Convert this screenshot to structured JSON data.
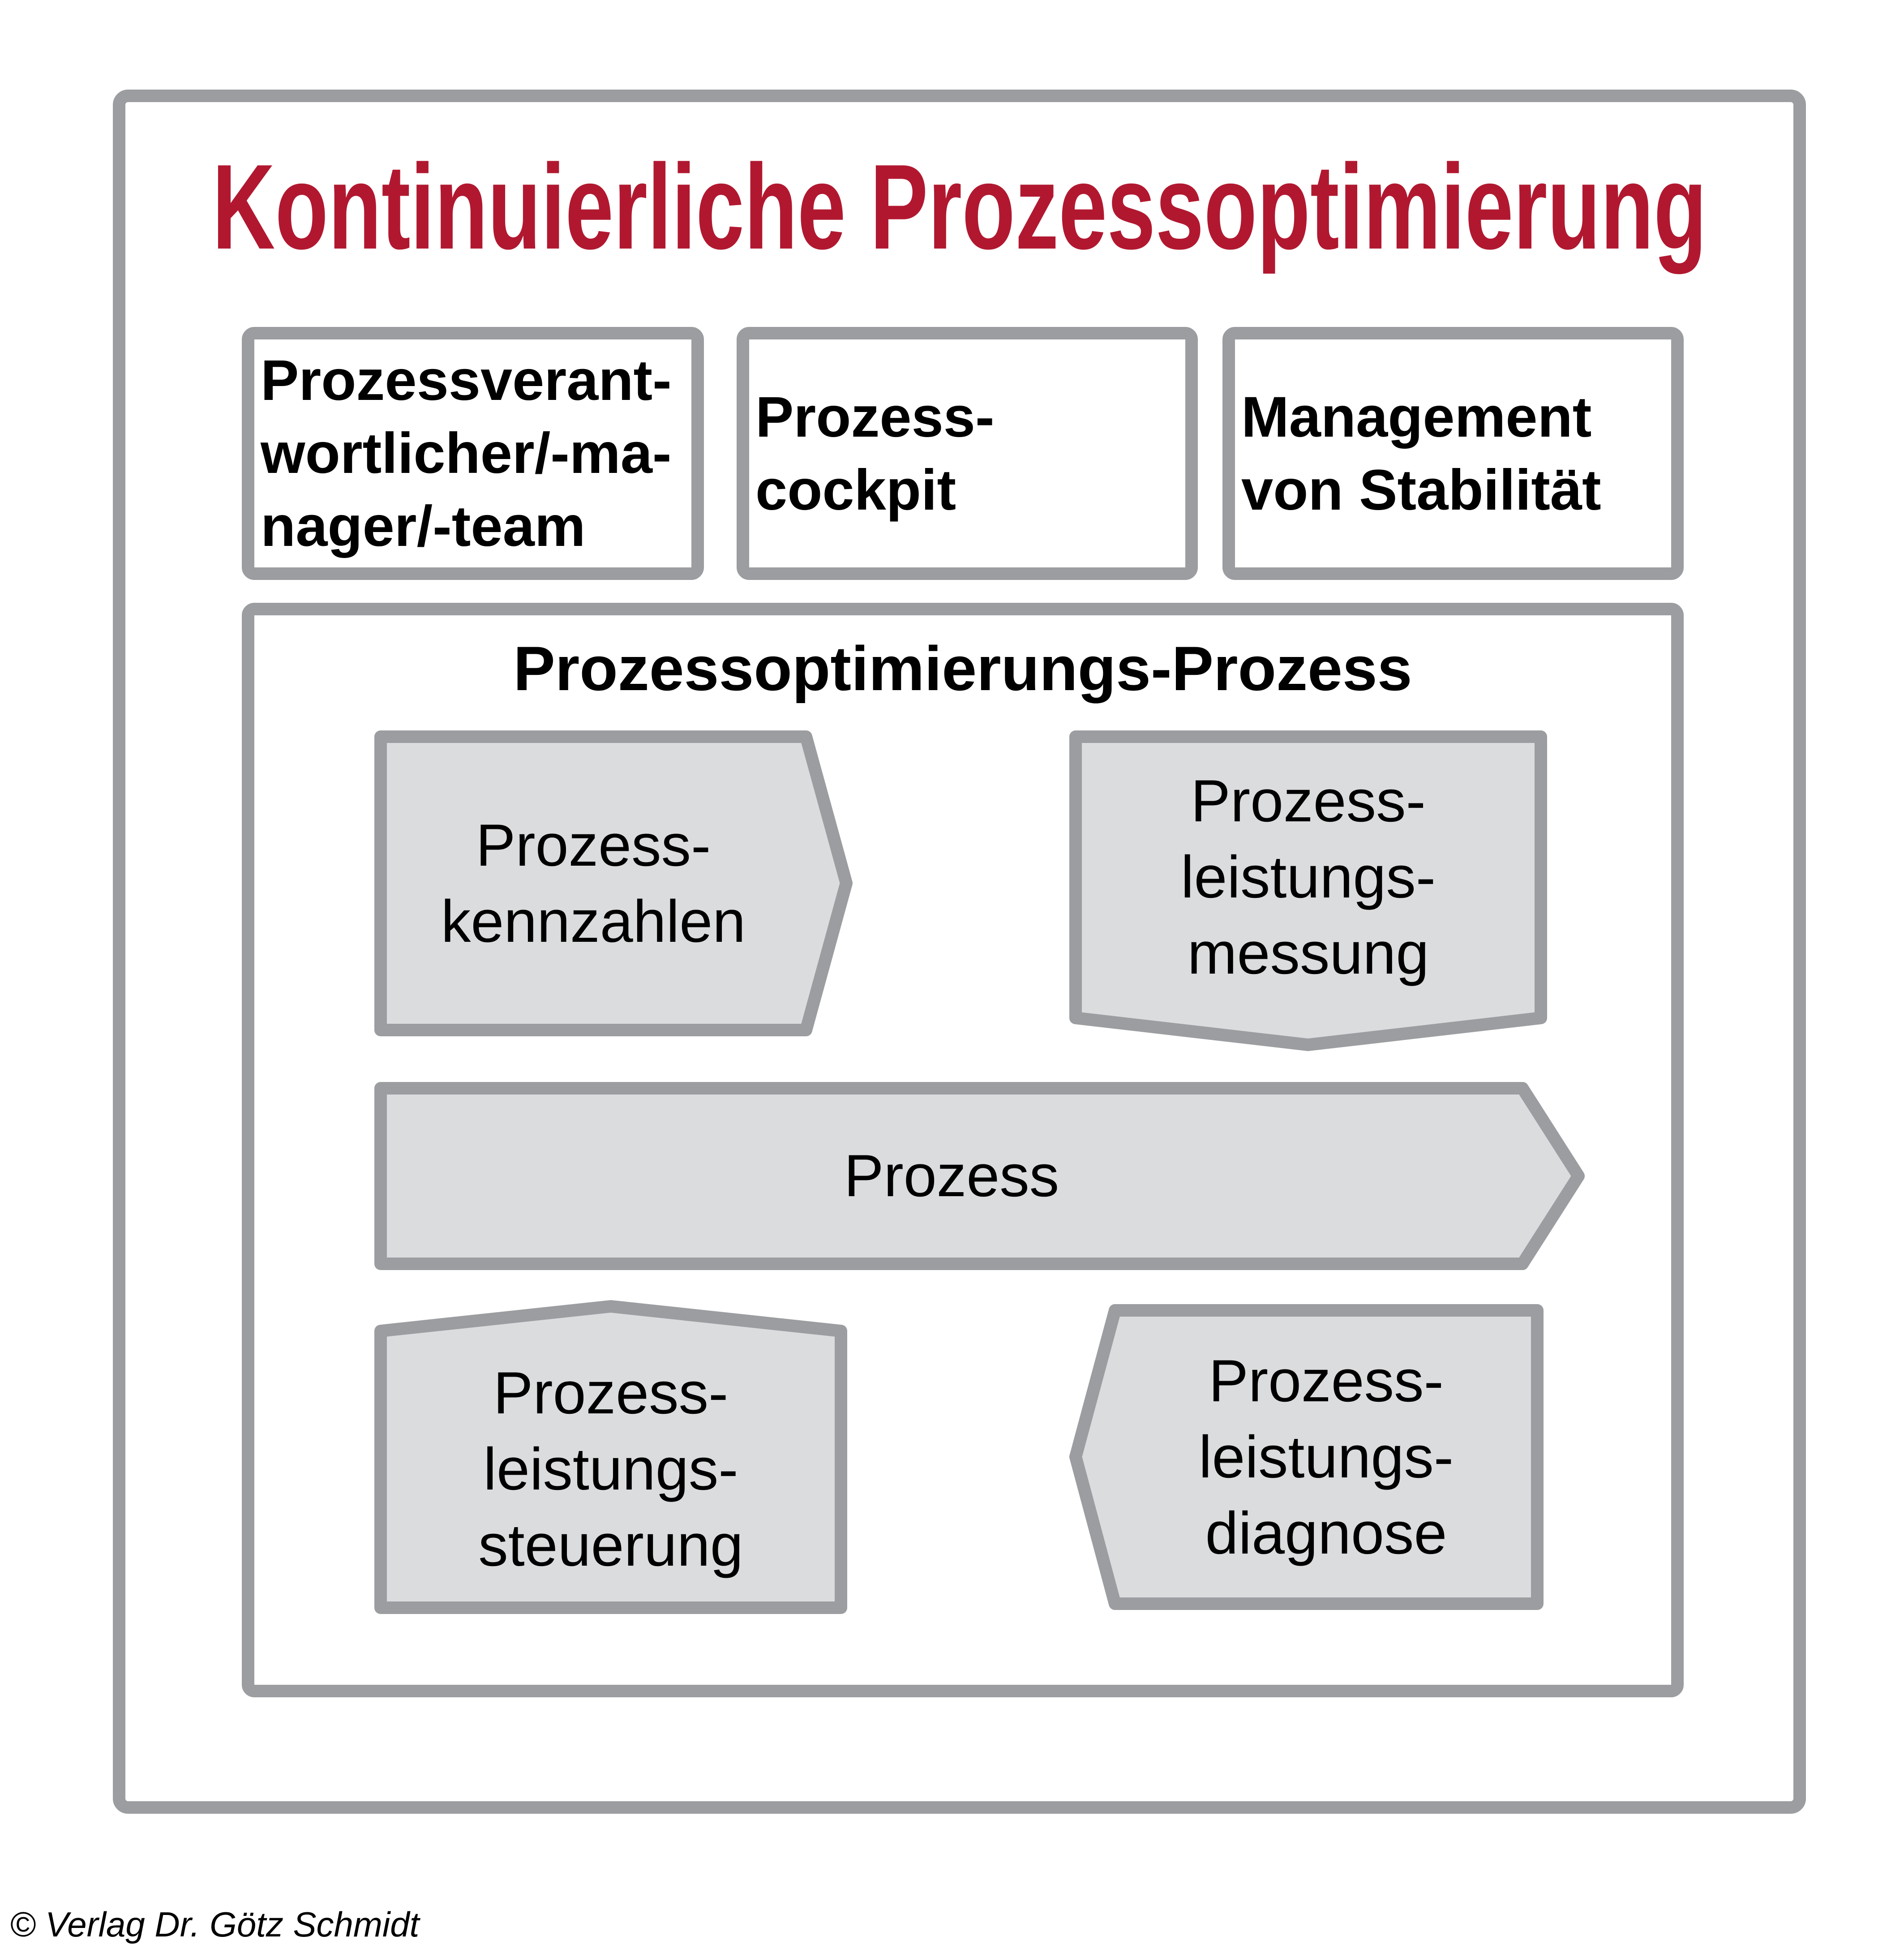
{
  "title": {
    "text": "Kontinuierliche Prozessoptimierung",
    "color": "#b11830"
  },
  "top_boxes": [
    {
      "label": "Prozessverant-\nwortlicher/-ma-\nnager/-team"
    },
    {
      "label": "Prozess-\ncockpit"
    },
    {
      "label": "Management\nvon Stabilität"
    }
  ],
  "process_box": {
    "title": "Prozessoptimierungs-Prozess",
    "shapes": {
      "kennzahlen": "Prozess-\nkennzahlen",
      "messung": "Prozess-\nleistungs-\nmessung",
      "prozess": "Prozess",
      "steuerung": "Prozess-\nleistungs-\nsteuerung",
      "diagnose": "Prozess-\nleistungs-\ndiagnose"
    }
  },
  "footer": {
    "copyright": "© Verlag Dr. Götz Schmidt"
  },
  "colors": {
    "border_gray": "#9b9da0",
    "shape_fill": "#dbdcde",
    "title_red": "#b11830",
    "text_black": "#000000",
    "background": "#ffffff"
  }
}
